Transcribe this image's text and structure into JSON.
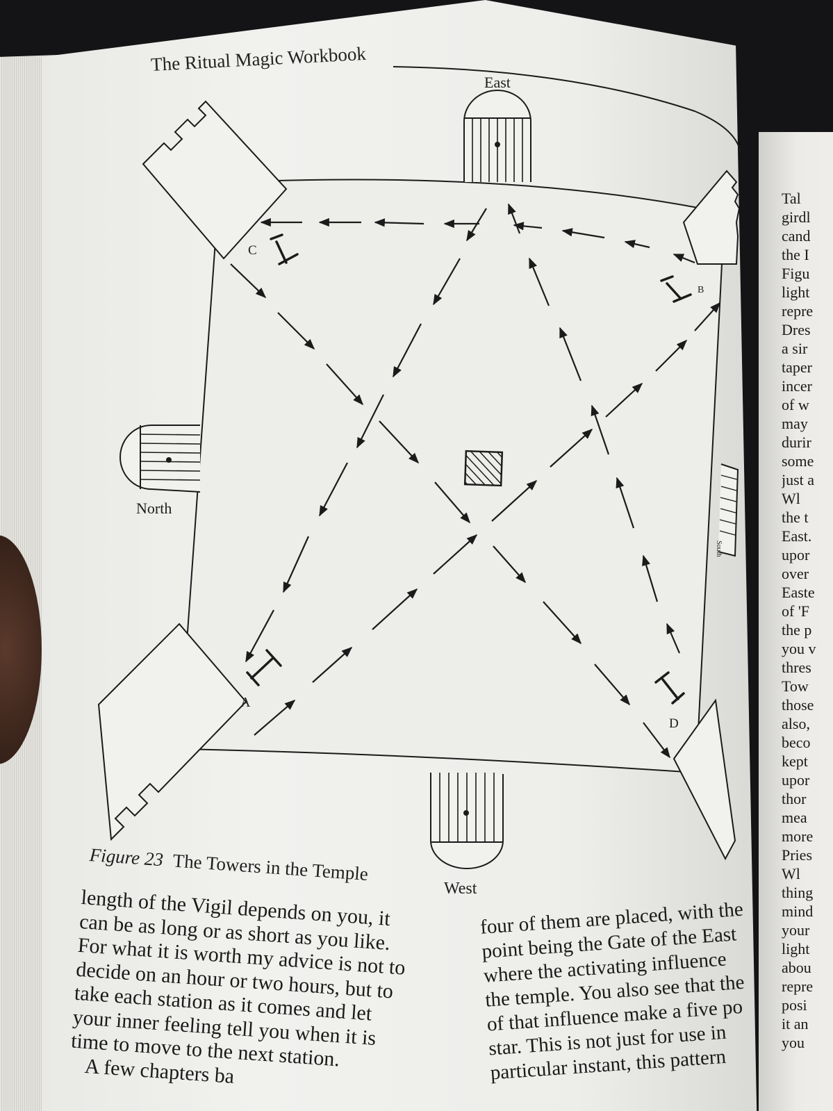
{
  "book": {
    "running_header": "The Ritual Magic Workbook"
  },
  "figure": {
    "number": "Figure 23",
    "title": "The Towers in the Temple",
    "directions": {
      "east": "East",
      "north": "North",
      "south": "South",
      "west": "West"
    },
    "stations": {
      "a": "A",
      "b": "B",
      "c": "C",
      "d": "D"
    }
  },
  "body_left": {
    "lines": [
      "length of the Vigil depends on you, it",
      "can be as long or as short as you like.",
      "For what it is worth my advice is not to",
      "decide on an hour or two hours, but to",
      "take each station as it comes and let",
      "your inner feeling tell you when it is",
      "time to move to the next station.",
      "A few chapters ba"
    ]
  },
  "body_right": {
    "lines": [
      "four of them are placed, with the",
      "point being the Gate of the East",
      "where the activating influence",
      "the temple. You also see that the",
      "of that influence make a five po",
      "star. This is not just for use in",
      "particular instant, this pattern"
    ]
  },
  "right_page_column": {
    "lines": [
      "Tal",
      "girdl",
      "cand",
      "the I",
      "Figu",
      "light",
      "repre",
      "Dres",
      "a sir",
      "taper",
      "incer",
      "of w",
      "may",
      "durir",
      "some",
      "just a",
      "Wl",
      "the t",
      "East.",
      "upor",
      "over",
      "Easte",
      "of 'F",
      "the p",
      "you v",
      "thres",
      "Tow",
      "those",
      "also,",
      "beco",
      "kept",
      "upor",
      "thor",
      "mea",
      "more",
      "Pries",
      "Wl",
      "thing",
      "mind",
      "your",
      "light",
      "abou",
      "repre",
      "posi",
      "it an",
      "you"
    ]
  }
}
